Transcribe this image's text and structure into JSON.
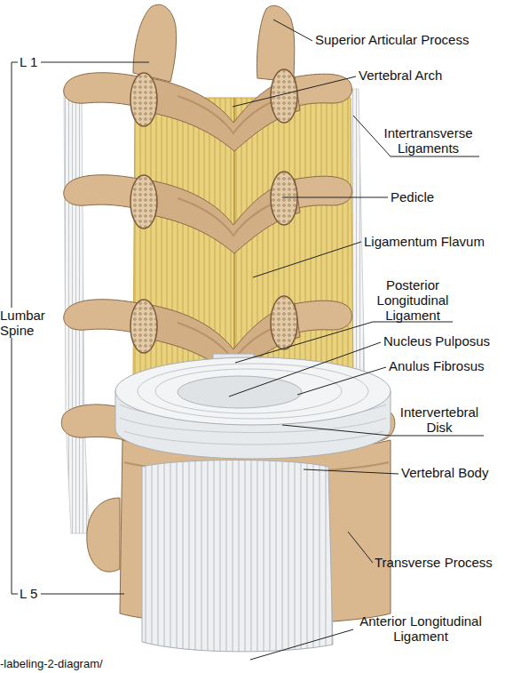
{
  "diagram": {
    "labels": [
      "L 1",
      "Superior Articular Process",
      "Vertebral Arch",
      "Intertransverse Ligaments",
      "Pedicle",
      "Ligamentum Flavum",
      "Posterior Longitudinal Ligament",
      "Nucleus Pulposus",
      "Anulus Fibrosus",
      "Intervertebral Disk",
      "Vertebral Body",
      "Transverse Process",
      "L 5",
      "Lumbar Spine",
      "Anterior Longitudinal Ligament",
      "-labeling-2-diagram/"
    ]
  }
}
